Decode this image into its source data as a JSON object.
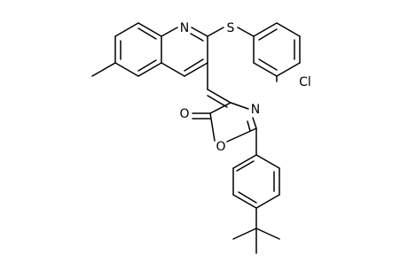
{
  "molecule": {
    "atom_labels": {
      "N_quinoline": "N",
      "S_thioether": "S",
      "Cl": "Cl",
      "O_carbonyl": "O",
      "N_oxazolone": "N",
      "O_ring": "O"
    }
  }
}
